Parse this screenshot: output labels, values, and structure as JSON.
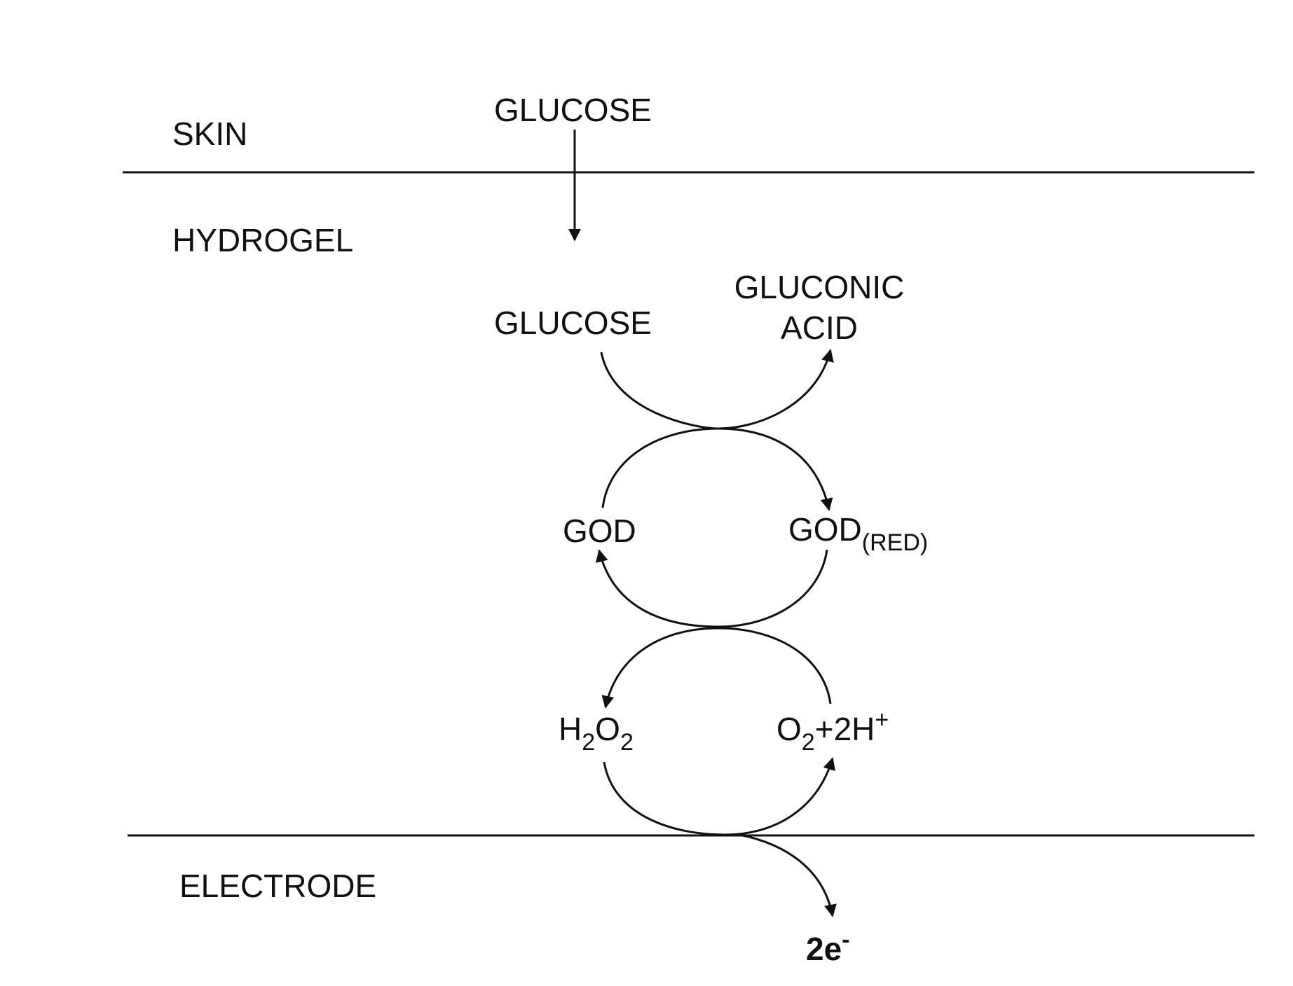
{
  "layers": {
    "skin": "SKIN",
    "hydrogel": "HYDROGEL",
    "electrode": "ELECTRODE"
  },
  "species": {
    "glucose_top": "GLUCOSE",
    "glucose": "GLUCOSE",
    "gluconic_line1": "GLUCONIC",
    "gluconic_line2": "ACID",
    "god": "GOD",
    "god_red_main": "GOD",
    "god_red_sub": "(RED)",
    "h2o2": {
      "h": "H",
      "sub1": "2",
      "o": "O",
      "sub2": "2"
    },
    "o2_2h": {
      "o": "O",
      "sub": "2",
      "rest": "+2H",
      "sup": "+"
    },
    "electrons": {
      "main": "2e",
      "sup": "-"
    }
  }
}
